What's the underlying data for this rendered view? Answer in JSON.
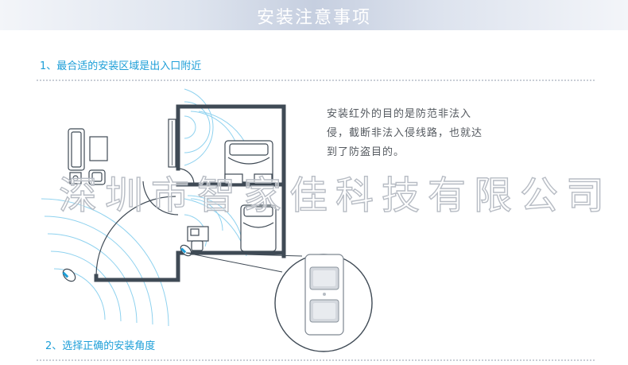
{
  "header": {
    "title": "安装注意事项"
  },
  "section1": {
    "heading": "1、最合适的安装区域是出入口附近"
  },
  "description": {
    "lines": [
      "安装红外的目的是防范非法入",
      "侵，截断非法入侵线路，也就达",
      "到了防盗目的。"
    ]
  },
  "watermark": {
    "text": "深圳市智家佳科技有限公司"
  },
  "section2": {
    "heading": "2、选择正确的安装角度"
  },
  "colors": {
    "accent": "#1e9fd8",
    "wall": "#3f4a55",
    "signal": "#8fd2ef",
    "header": "#c6cfe0"
  }
}
